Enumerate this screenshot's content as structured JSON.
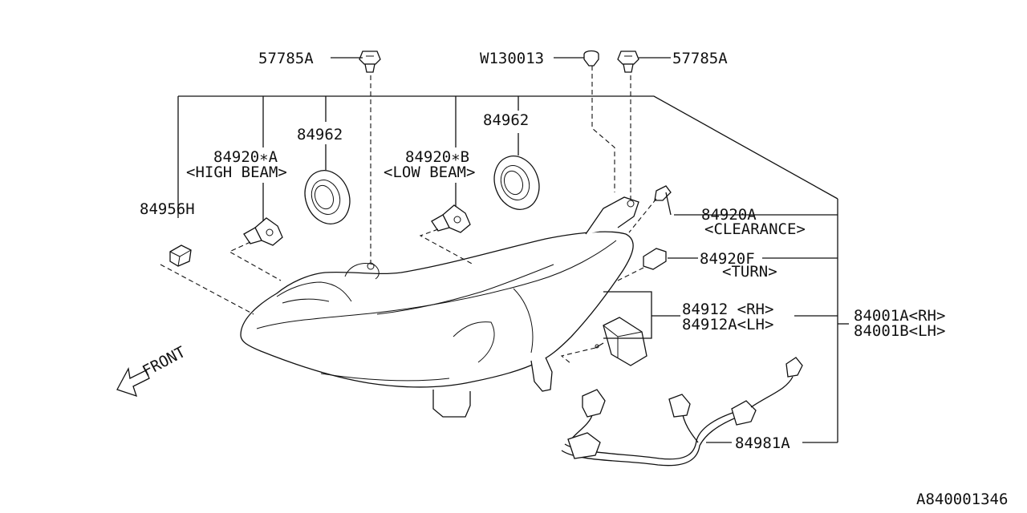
{
  "labels": {
    "clip_left": "57785A",
    "clip_right": "57785A",
    "w_screw": "W130013",
    "cap_left": "84962",
    "cap_right": "84962",
    "high_beam_part": "84920∗A",
    "high_beam_desc": "<HIGH BEAM>",
    "low_beam_part": "84920∗B",
    "low_beam_desc": "<LOW BEAM>",
    "bulb_cap": "84956H",
    "clearance_part": "84920A",
    "clearance_desc": "<CLEARANCE>",
    "turn_part": "84920F",
    "turn_desc": "<TURN>",
    "ballast_rh": "84912  <RH>",
    "ballast_lh": "84912A<LH>",
    "assy_rh": "84001A<RH>",
    "assy_lh": "84001B<LH>",
    "harness": "84981A",
    "front": "FRONT",
    "diagram_id": "A840001346"
  }
}
